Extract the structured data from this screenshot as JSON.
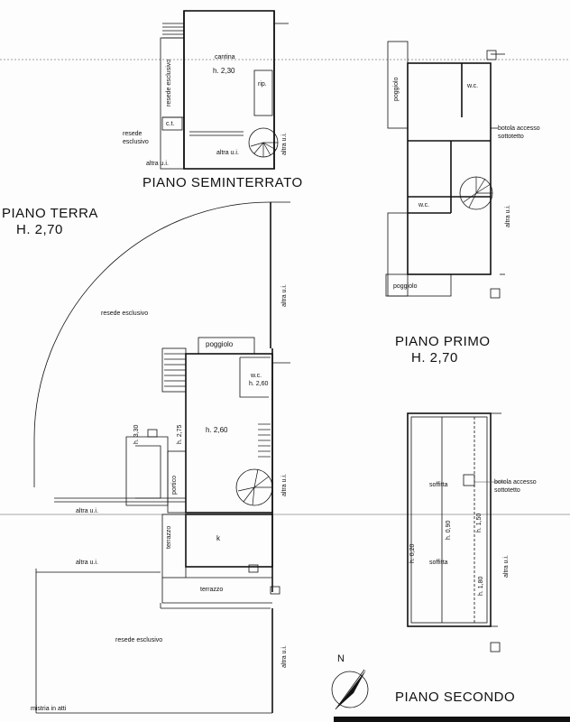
{
  "seminterrato": {
    "title": "PIANO SEMINTERRATO",
    "cantina": "cantina",
    "cantina_h": "h. 2,30",
    "resede_vert": "resede esclusivo",
    "rip": "rip.",
    "ct": "c.t.",
    "resede_left": "resede esclusivo",
    "altra_ui_inner": "altra u.i.",
    "altra_ui_bottom": "altra u.i.",
    "altra_ui_right": "altra u.i."
  },
  "terra": {
    "title": "PIANO TERRA",
    "height": "H. 2,70",
    "resede_top": "resede esclusivo",
    "poggiolo": "poggiolo",
    "wc": "w.c.",
    "wc_h": "h. 2,60",
    "room_h": "h. 2,60",
    "h330": "h. 3,30",
    "h275": "h. 2,75",
    "portico": "portico",
    "terrazzo_vert": "terrazzo",
    "k": "k",
    "terrazzo": "terrazzo",
    "altra_ui_1": "altra u.i.",
    "altra_ui_2": "altra u.i.",
    "resede_bottom": "resede esclusivo",
    "altra_ui_right1": "altra u.i.",
    "altra_ui_right2": "altra u.i.",
    "altra_ui_right3": "altra u.i.",
    "mistria": "mistria in atti"
  },
  "primo": {
    "title": "PIANO PRIMO",
    "height": "H. 2,70",
    "poggiolo_top": "poggiolo",
    "wc_top": "w.c.",
    "botola": "botola accesso sottotetto",
    "wc_mid": "w.c.",
    "poggiolo_bottom": "poggiolo",
    "altra_ui": "altra u.i."
  },
  "secondo": {
    "title": "PIANO SECONDO",
    "soffitta_1": "soffitta",
    "soffitta_2": "soffitta",
    "botola": "botola accesso sottotetto",
    "h020": "h. 0,20",
    "h090": "h. 0,90",
    "h150": "h. 1,50",
    "h180": "h. 1,80",
    "altra_ui": "altra u.i."
  },
  "north": "N"
}
